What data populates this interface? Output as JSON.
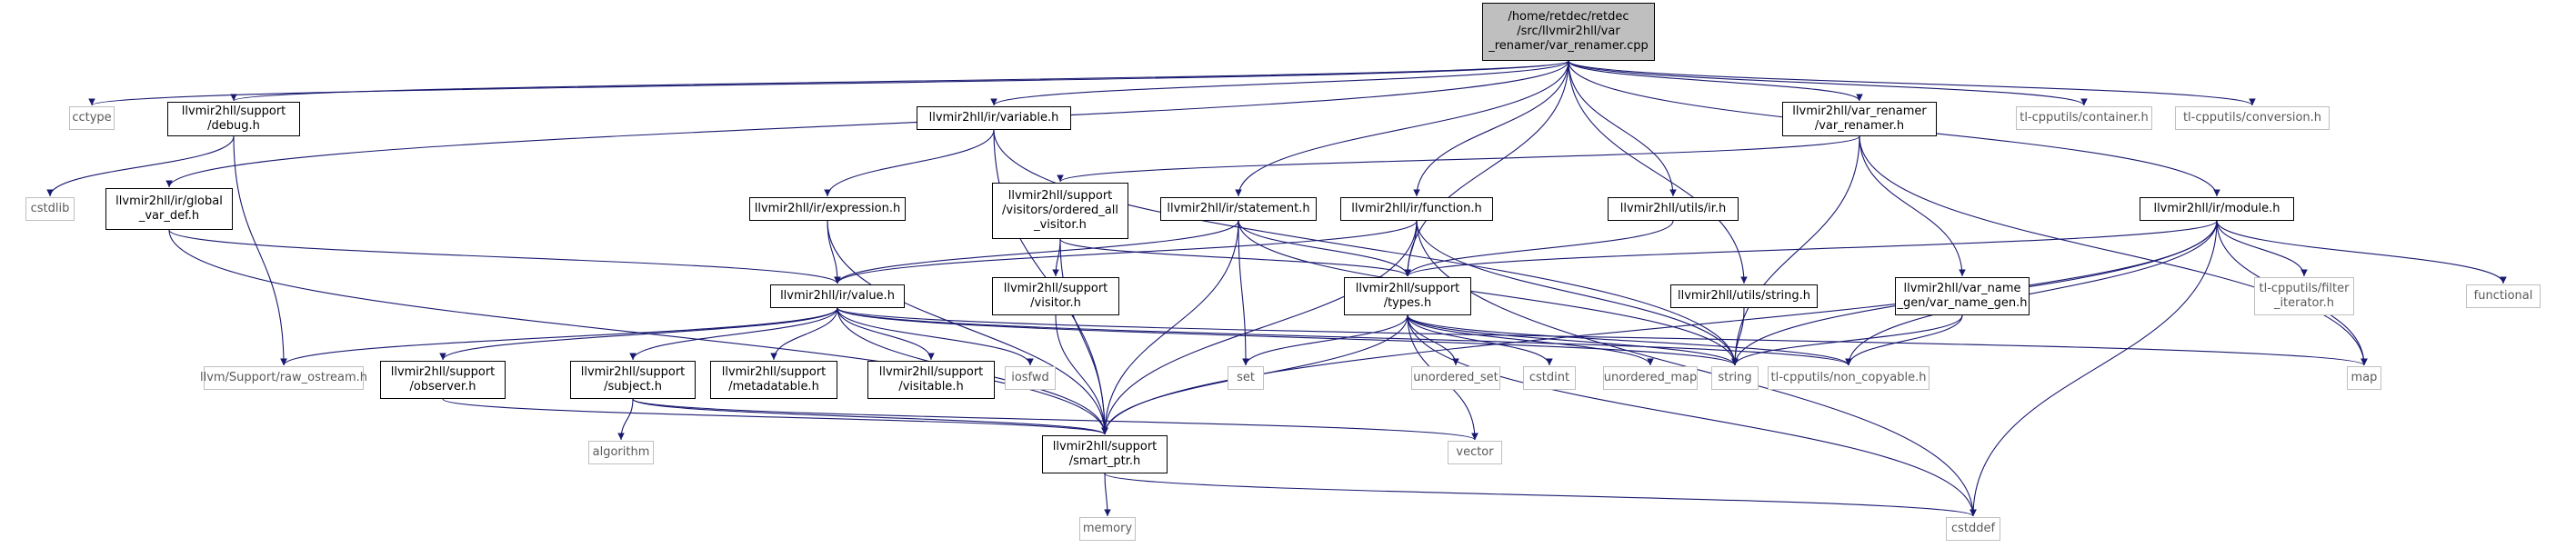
{
  "diagram": {
    "colors": {
      "edge": "#191970",
      "main_fill": "#bfbfbf",
      "project_border": "#000000",
      "system_border": "#bfbfbf",
      "system_text": "#5a5a5a"
    },
    "nodes": [
      {
        "id": "main",
        "kind": "main",
        "label": "/home/retdec/retdec\n/src/llvmir2hll/var\n_renamer/var_renamer.cpp"
      },
      {
        "id": "cctype",
        "kind": "sys",
        "label": "cctype"
      },
      {
        "id": "debug",
        "kind": "proj",
        "label": "llvmir2hll/support\n/debug.h"
      },
      {
        "id": "variable",
        "kind": "proj",
        "label": "llvmir2hll/ir/variable.h"
      },
      {
        "id": "varrenamer",
        "kind": "proj",
        "label": "llvmir2hll/var_renamer\n/var_renamer.h"
      },
      {
        "id": "container",
        "kind": "sys",
        "label": "tl-cpputils/container.h"
      },
      {
        "id": "conversion",
        "kind": "sys",
        "label": "tl-cpputils/conversion.h"
      },
      {
        "id": "cstdlib",
        "kind": "sys",
        "label": "cstdlib"
      },
      {
        "id": "globalvardef",
        "kind": "proj",
        "label": "llvmir2hll/ir/global\n_var_def.h"
      },
      {
        "id": "expression",
        "kind": "proj",
        "label": "llvmir2hll/ir/expression.h"
      },
      {
        "id": "orderedall",
        "kind": "proj",
        "label": "llvmir2hll/support\n/visitors/ordered_all\n_visitor.h"
      },
      {
        "id": "statement",
        "kind": "proj",
        "label": "llvmir2hll/ir/statement.h"
      },
      {
        "id": "function",
        "kind": "proj",
        "label": "llvmir2hll/ir/function.h"
      },
      {
        "id": "utilsir",
        "kind": "proj",
        "label": "llvmir2hll/utils/ir.h"
      },
      {
        "id": "module",
        "kind": "proj",
        "label": "llvmir2hll/ir/module.h"
      },
      {
        "id": "value",
        "kind": "proj",
        "label": "llvmir2hll/ir/value.h"
      },
      {
        "id": "visitor",
        "kind": "proj",
        "label": "llvmir2hll/support\n/visitor.h"
      },
      {
        "id": "types",
        "kind": "proj",
        "label": "llvmir2hll/support\n/types.h"
      },
      {
        "id": "utilsstring",
        "kind": "proj",
        "label": "llvmir2hll/utils/string.h"
      },
      {
        "id": "namegen",
        "kind": "proj",
        "label": "llvmir2hll/var_name\n_gen/var_name_gen.h"
      },
      {
        "id": "filteriter",
        "kind": "sys",
        "label": "tl-cpputils/filter\n_iterator.h"
      },
      {
        "id": "functional",
        "kind": "sys",
        "label": "functional"
      },
      {
        "id": "rawostream",
        "kind": "sys",
        "label": "llvm/Support/raw_ostream.h"
      },
      {
        "id": "observer",
        "kind": "proj",
        "label": "llvmir2hll/support\n/observer.h"
      },
      {
        "id": "subject",
        "kind": "proj",
        "label": "llvmir2hll/support\n/subject.h"
      },
      {
        "id": "metadatable",
        "kind": "proj",
        "label": "llvmir2hll/support\n/metadatable.h"
      },
      {
        "id": "visitable",
        "kind": "proj",
        "label": "llvmir2hll/support\n/visitable.h"
      },
      {
        "id": "iosfwd",
        "kind": "sys",
        "label": "iosfwd"
      },
      {
        "id": "set",
        "kind": "sys",
        "label": "set"
      },
      {
        "id": "unorderedset",
        "kind": "sys",
        "label": "unordered_set"
      },
      {
        "id": "cstdint",
        "kind": "sys",
        "label": "cstdint"
      },
      {
        "id": "unorderedmap",
        "kind": "sys",
        "label": "unordered_map"
      },
      {
        "id": "string",
        "kind": "sys",
        "label": "string"
      },
      {
        "id": "noncopyable",
        "kind": "sys",
        "label": "tl-cpputils/non_copyable.h"
      },
      {
        "id": "map",
        "kind": "sys",
        "label": "map"
      },
      {
        "id": "algorithm",
        "kind": "sys",
        "label": "algorithm"
      },
      {
        "id": "smartptr",
        "kind": "proj",
        "label": "llvmir2hll/support\n/smart_ptr.h"
      },
      {
        "id": "vector",
        "kind": "sys",
        "label": "vector"
      },
      {
        "id": "memory",
        "kind": "sys",
        "label": "memory"
      },
      {
        "id": "cstddef",
        "kind": "sys",
        "label": "cstddef"
      }
    ],
    "edges": [
      [
        "main",
        "cctype"
      ],
      [
        "main",
        "debug"
      ],
      [
        "main",
        "variable"
      ],
      [
        "main",
        "globalvardef"
      ],
      [
        "main",
        "statement"
      ],
      [
        "main",
        "function"
      ],
      [
        "main",
        "types"
      ],
      [
        "main",
        "utilsir"
      ],
      [
        "main",
        "utilsstring"
      ],
      [
        "main",
        "varrenamer"
      ],
      [
        "main",
        "module"
      ],
      [
        "main",
        "container"
      ],
      [
        "main",
        "conversion"
      ],
      [
        "debug",
        "cstdlib"
      ],
      [
        "debug",
        "rawostream"
      ],
      [
        "variable",
        "expression"
      ],
      [
        "variable",
        "smartptr"
      ],
      [
        "variable",
        "string"
      ],
      [
        "globalvardef",
        "value"
      ],
      [
        "globalvardef",
        "smartptr"
      ],
      [
        "expression",
        "value"
      ],
      [
        "expression",
        "smartptr"
      ],
      [
        "varrenamer",
        "orderedall"
      ],
      [
        "varrenamer",
        "string"
      ],
      [
        "varrenamer",
        "namegen"
      ],
      [
        "varrenamer",
        "map"
      ],
      [
        "orderedall",
        "visitor"
      ],
      [
        "orderedall",
        "types"
      ],
      [
        "orderedall",
        "smartptr"
      ],
      [
        "statement",
        "value"
      ],
      [
        "statement",
        "types"
      ],
      [
        "statement",
        "set"
      ],
      [
        "statement",
        "smartptr"
      ],
      [
        "statement",
        "string"
      ],
      [
        "function",
        "value"
      ],
      [
        "function",
        "types"
      ],
      [
        "function",
        "smartptr"
      ],
      [
        "function",
        "string"
      ],
      [
        "function",
        "cstddef"
      ],
      [
        "utilsir",
        "types"
      ],
      [
        "module",
        "types"
      ],
      [
        "module",
        "string"
      ],
      [
        "module",
        "noncopyable"
      ],
      [
        "module",
        "smartptr"
      ],
      [
        "module",
        "filteriter"
      ],
      [
        "module",
        "functional"
      ],
      [
        "module",
        "map"
      ],
      [
        "module",
        "cstddef"
      ],
      [
        "value",
        "rawostream"
      ],
      [
        "value",
        "observer"
      ],
      [
        "value",
        "subject"
      ],
      [
        "value",
        "metadatable"
      ],
      [
        "value",
        "visitable"
      ],
      [
        "value",
        "iosfwd"
      ],
      [
        "value",
        "string"
      ],
      [
        "value",
        "noncopyable"
      ],
      [
        "value",
        "smartptr"
      ],
      [
        "value",
        "map"
      ],
      [
        "visitor",
        "smartptr"
      ],
      [
        "types",
        "set"
      ],
      [
        "types",
        "unorderedset"
      ],
      [
        "types",
        "cstdint"
      ],
      [
        "types",
        "unorderedmap"
      ],
      [
        "types",
        "string"
      ],
      [
        "types",
        "noncopyable"
      ],
      [
        "types",
        "smartptr"
      ],
      [
        "types",
        "vector"
      ],
      [
        "types",
        "cstddef"
      ],
      [
        "utilsstring",
        "string"
      ],
      [
        "namegen",
        "string"
      ],
      [
        "namegen",
        "noncopyable"
      ],
      [
        "observer",
        "smartptr"
      ],
      [
        "subject",
        "algorithm"
      ],
      [
        "subject",
        "smartptr"
      ],
      [
        "subject",
        "vector"
      ],
      [
        "smartptr",
        "memory"
      ],
      [
        "smartptr",
        "cstddef"
      ]
    ]
  }
}
